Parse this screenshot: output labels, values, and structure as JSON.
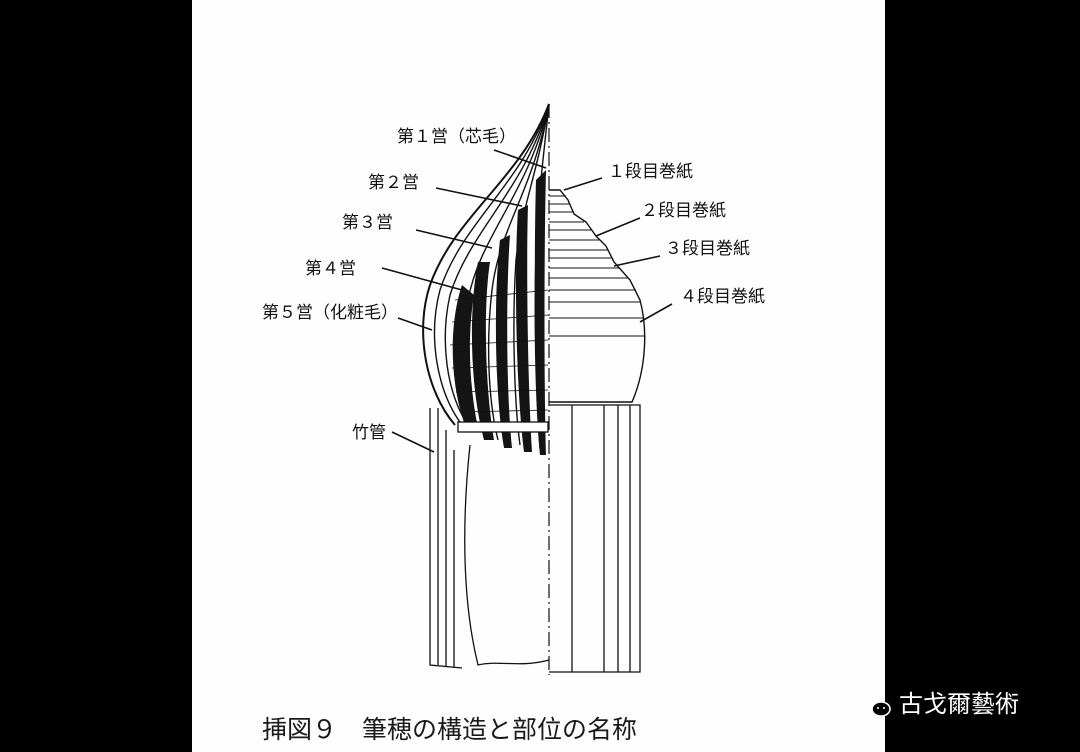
{
  "labels": {
    "layer1": "第１営（芯毛）",
    "layer2": "第２営",
    "layer3": "第３営",
    "layer4": "第４営",
    "layer5": "第５営（化粧毛）",
    "tube": "竹管",
    "wrap1": "１段目巻紙",
    "wrap2": "２段目巻紙",
    "wrap3": "３段目巻紙",
    "wrap4": "４段目巻紙"
  },
  "caption": "挿図９　筆穂の構造と部位の名称",
  "watermark": {
    "text": "古戈爾藝術",
    "icon": "wechat-icon"
  },
  "colors": {
    "background": "#000000",
    "paper": "#fefefe",
    "ink": "#111111"
  }
}
